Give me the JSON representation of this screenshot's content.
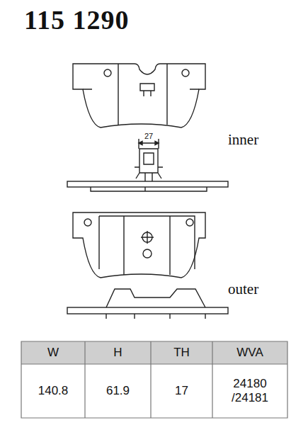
{
  "diagram": {
    "title": "115 1290",
    "labels": [
      "27",
      "inner",
      "outer",
      "W",
      "H",
      "TH",
      "WVA",
      "140.8",
      "61.9",
      "17",
      "24180 /24181"
    ]
  }
}
